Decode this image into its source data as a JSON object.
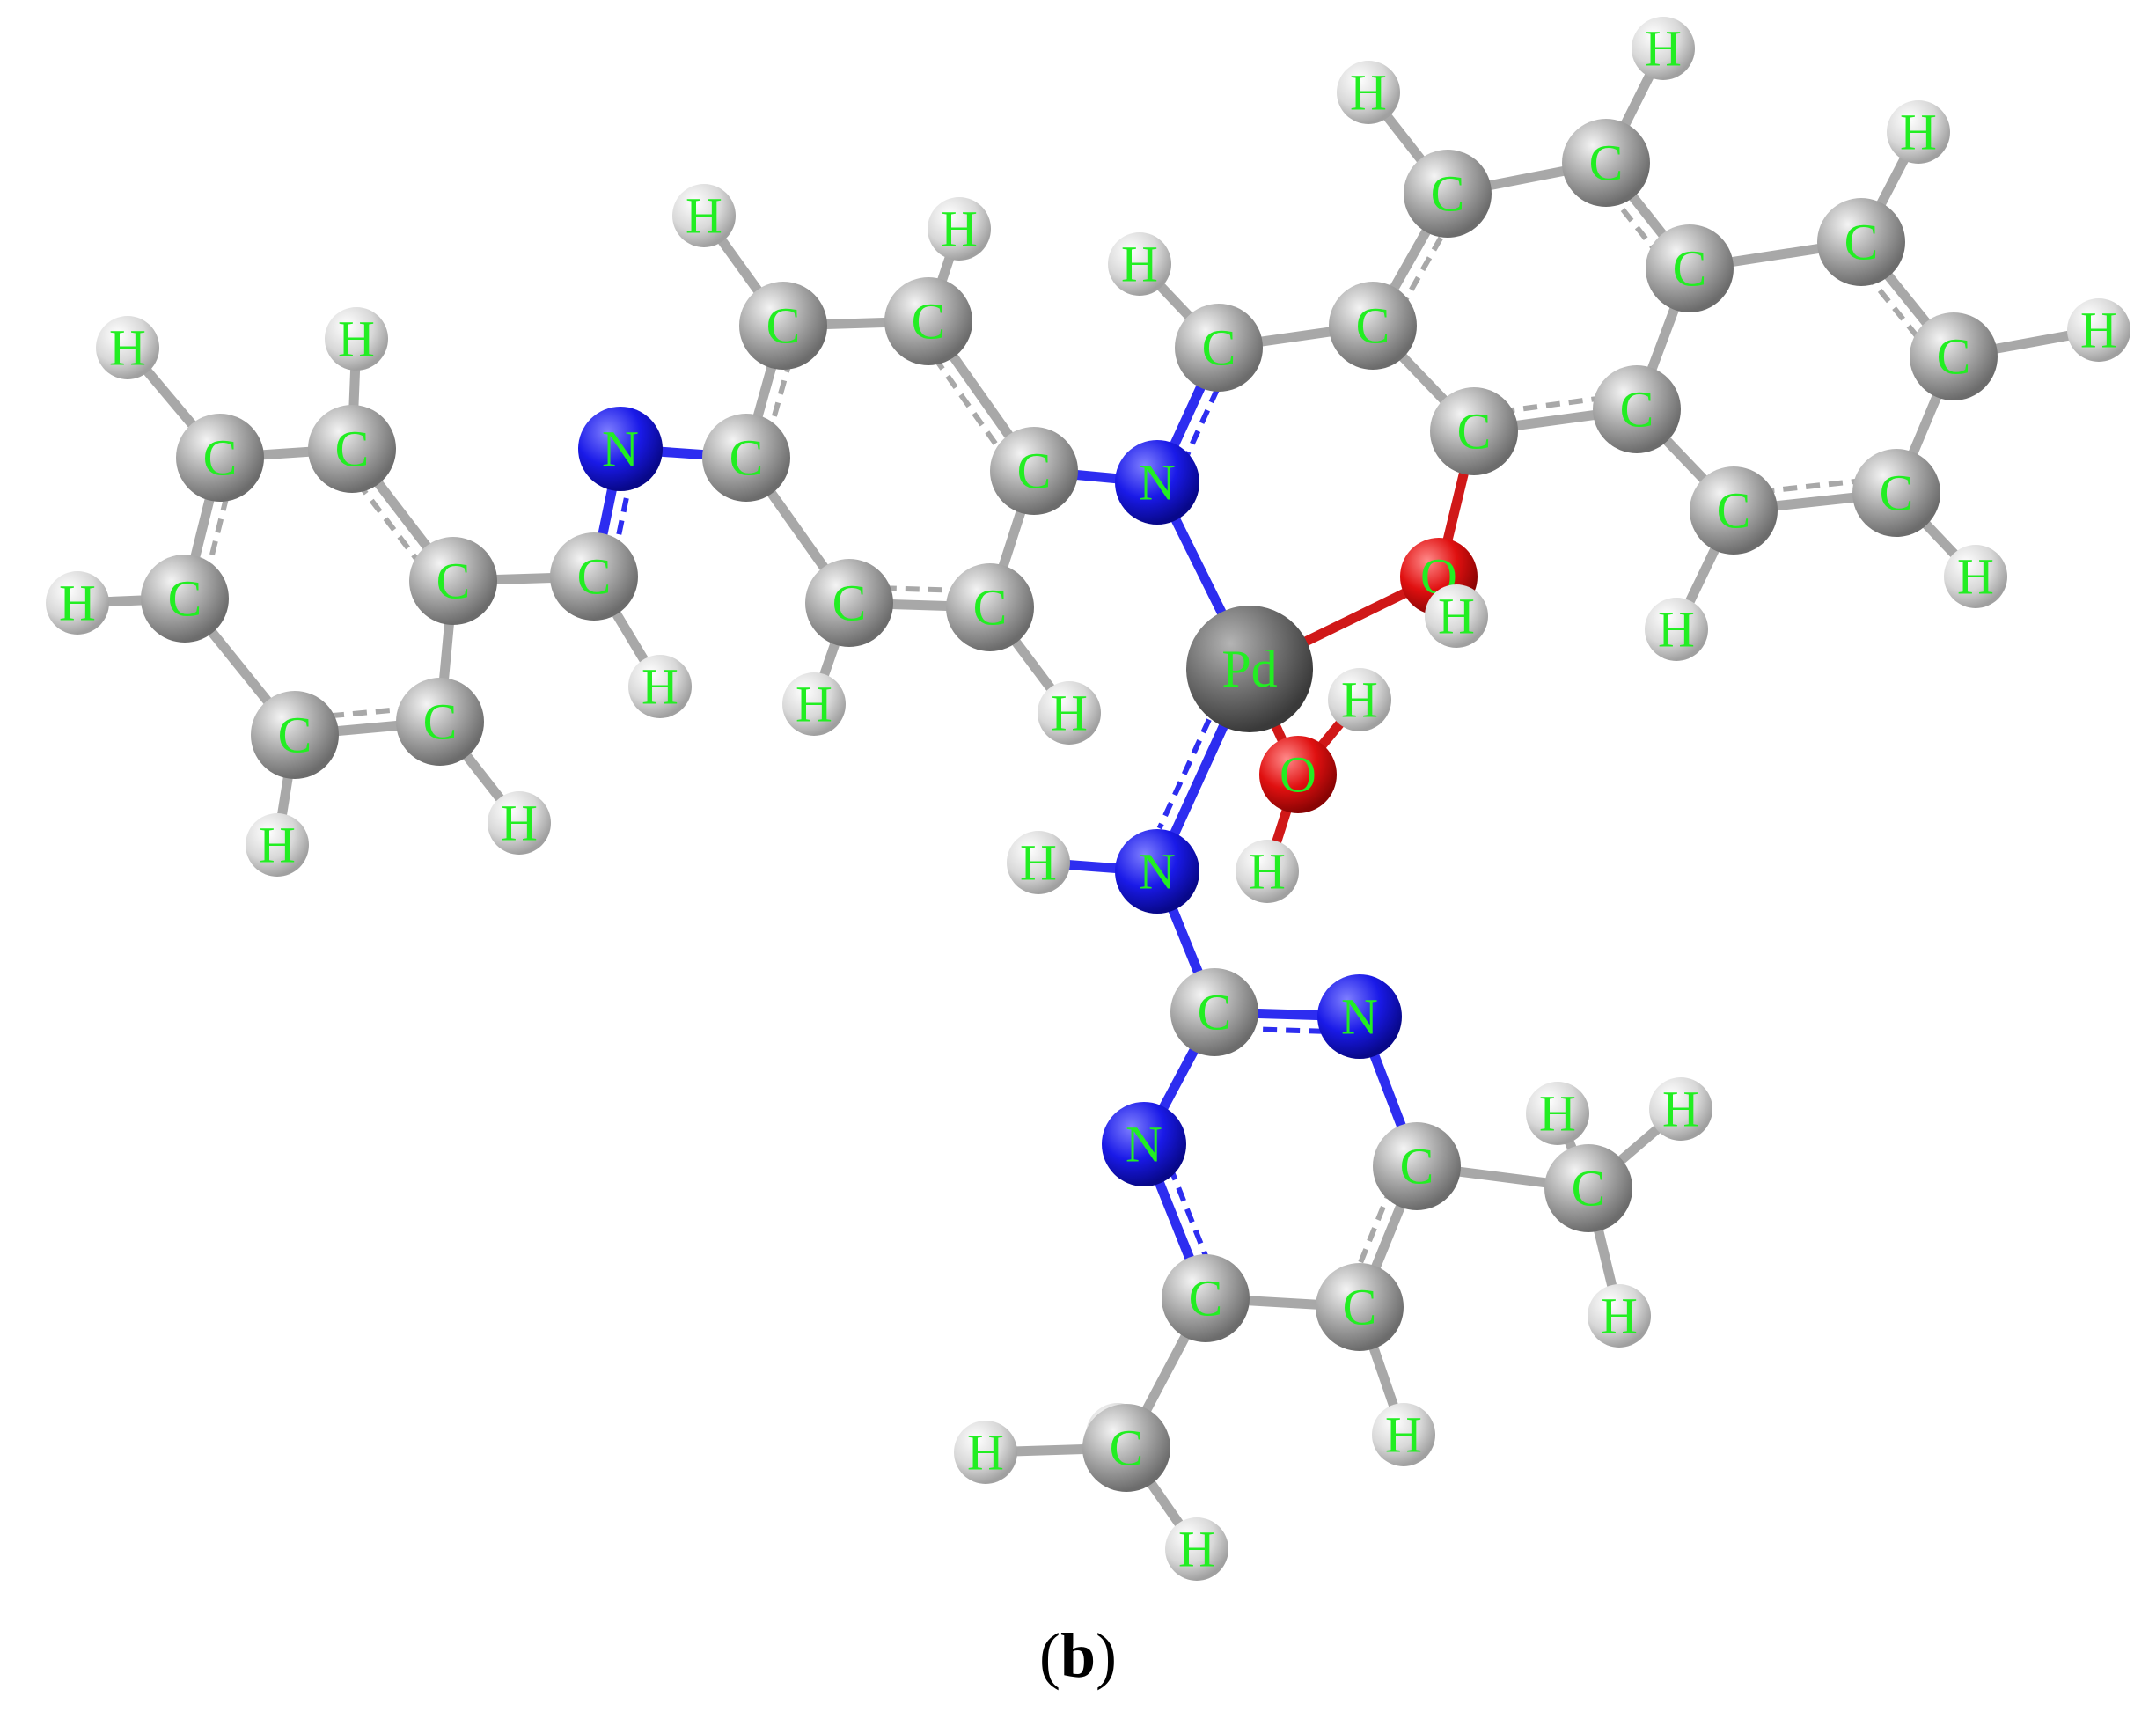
{
  "colors": {
    "C": "#9e9e9e",
    "H": "#dcdcdc",
    "N": "#1a1aee",
    "O": "#e01010",
    "Pd": "#6f6f6f",
    "label": "#22ee22",
    "bond_gray": "#a8a8a8",
    "bond_blue": "#2d2df0",
    "bond_red": "#d01818"
  },
  "atoms": [
    {
      "id": "C1",
      "el": "C"
    },
    {
      "id": "C2",
      "el": "C"
    },
    {
      "id": "C3",
      "el": "C"
    },
    {
      "id": "C4",
      "el": "C"
    },
    {
      "id": "C5",
      "el": "C"
    },
    {
      "id": "C6",
      "el": "C"
    },
    {
      "id": "H1",
      "el": "H"
    },
    {
      "id": "H2",
      "el": "H"
    },
    {
      "id": "H3",
      "el": "H"
    },
    {
      "id": "H4",
      "el": "H"
    },
    {
      "id": "H5",
      "el": "H"
    },
    {
      "id": "C7",
      "el": "C"
    },
    {
      "id": "H6",
      "el": "H"
    },
    {
      "id": "N1",
      "el": "N"
    },
    {
      "id": "C8",
      "el": "C"
    },
    {
      "id": "C9",
      "el": "C"
    },
    {
      "id": "C10",
      "el": "C"
    },
    {
      "id": "C11",
      "el": "C"
    },
    {
      "id": "C12",
      "el": "C"
    },
    {
      "id": "C13",
      "el": "C"
    },
    {
      "id": "H7",
      "el": "H"
    },
    {
      "id": "H8",
      "el": "H"
    },
    {
      "id": "H9",
      "el": "H"
    },
    {
      "id": "H10",
      "el": "H"
    },
    {
      "id": "N2",
      "el": "N"
    },
    {
      "id": "C14",
      "el": "C"
    },
    {
      "id": "H11",
      "el": "H"
    },
    {
      "id": "C15",
      "el": "C"
    },
    {
      "id": "C16",
      "el": "C"
    },
    {
      "id": "C17",
      "el": "C"
    },
    {
      "id": "C18",
      "el": "C"
    },
    {
      "id": "C19",
      "el": "C"
    },
    {
      "id": "C20",
      "el": "C"
    },
    {
      "id": "C21",
      "el": "C"
    },
    {
      "id": "C22",
      "el": "C"
    },
    {
      "id": "C23",
      "el": "C"
    },
    {
      "id": "C24",
      "el": "C"
    },
    {
      "id": "H12",
      "el": "H"
    },
    {
      "id": "H13",
      "el": "H"
    },
    {
      "id": "H14",
      "el": "H"
    },
    {
      "id": "H15",
      "el": "H"
    },
    {
      "id": "H16",
      "el": "H"
    },
    {
      "id": "H17",
      "el": "H"
    },
    {
      "id": "O1",
      "el": "O"
    },
    {
      "id": "H18",
      "el": "H"
    },
    {
      "id": "Pd1",
      "el": "Pd"
    },
    {
      "id": "O2",
      "el": "O"
    },
    {
      "id": "H19",
      "el": "H"
    },
    {
      "id": "H20",
      "el": "H"
    },
    {
      "id": "N3",
      "el": "N"
    },
    {
      "id": "H21",
      "el": "H"
    },
    {
      "id": "C25",
      "el": "C"
    },
    {
      "id": "N4",
      "el": "N"
    },
    {
      "id": "N5",
      "el": "N"
    },
    {
      "id": "C26",
      "el": "C"
    },
    {
      "id": "C27",
      "el": "C"
    },
    {
      "id": "C28",
      "el": "C"
    },
    {
      "id": "C29",
      "el": "C"
    },
    {
      "id": "C30",
      "el": "C"
    },
    {
      "id": "H22",
      "el": "H"
    },
    {
      "id": "H23",
      "el": "H"
    },
    {
      "id": "H24",
      "el": "H"
    },
    {
      "id": "H25",
      "el": "H"
    },
    {
      "id": "H26",
      "el": "H"
    },
    {
      "id": "H27",
      "el": "H"
    },
    {
      "id": "H28",
      "el": "H"
    }
  ],
  "bonds": [
    [
      "C1",
      "C2",
      1,
      0
    ],
    [
      "C2",
      "C3",
      2,
      0
    ],
    [
      "C3",
      "C4",
      1,
      0
    ],
    [
      "C4",
      "C5",
      2,
      0
    ],
    [
      "C5",
      "C6",
      1,
      0
    ],
    [
      "C6",
      "C1",
      2,
      0
    ],
    [
      "C1",
      "H1",
      1,
      0
    ],
    [
      "C2",
      "H2",
      1,
      0
    ],
    [
      "C6",
      "H3",
      1,
      0
    ],
    [
      "C5",
      "H4",
      1,
      0
    ],
    [
      "C4",
      "H5",
      1,
      0
    ],
    [
      "C3",
      "C7",
      1,
      0
    ],
    [
      "C7",
      "H6",
      1,
      0
    ],
    [
      "C7",
      "N1",
      2,
      0
    ],
    [
      "N1",
      "C8",
      1,
      0
    ],
    [
      "C8",
      "C9",
      2,
      0
    ],
    [
      "C9",
      "C10",
      1,
      0
    ],
    [
      "C10",
      "C11",
      2,
      0
    ],
    [
      "C11",
      "C12",
      1,
      0
    ],
    [
      "C12",
      "C13",
      2,
      0
    ],
    [
      "C13",
      "C8",
      1,
      0
    ],
    [
      "C9",
      "H7",
      1,
      0
    ],
    [
      "C10",
      "H8",
      1,
      0
    ],
    [
      "C13",
      "H9",
      1,
      0
    ],
    [
      "C12",
      "H10",
      1,
      0
    ],
    [
      "C11",
      "N2",
      1,
      0
    ],
    [
      "N2",
      "C14",
      2,
      0
    ],
    [
      "C14",
      "H11",
      1,
      0
    ],
    [
      "C14",
      "C15",
      1,
      0
    ],
    [
      "C15",
      "C16",
      2,
      0
    ],
    [
      "C16",
      "C17",
      1,
      0
    ],
    [
      "C17",
      "C18",
      2,
      0
    ],
    [
      "C18",
      "C19",
      1,
      0
    ],
    [
      "C19",
      "C20",
      2,
      0
    ],
    [
      "C20",
      "C15",
      1,
      0
    ],
    [
      "C18",
      "C21",
      1,
      0
    ],
    [
      "C21",
      "C22",
      2,
      0
    ],
    [
      "C22",
      "C23",
      1,
      0
    ],
    [
      "C23",
      "C24",
      2,
      0
    ],
    [
      "C24",
      "C19",
      1,
      0
    ],
    [
      "C16",
      "H12",
      1,
      0
    ],
    [
      "C17",
      "H13",
      1,
      0
    ],
    [
      "C21",
      "H14",
      1,
      0
    ],
    [
      "C22",
      "H15",
      1,
      0
    ],
    [
      "C23",
      "H16",
      1,
      0
    ],
    [
      "C24",
      "H17",
      1,
      0
    ],
    [
      "C20",
      "O1",
      1,
      0
    ],
    [
      "O1",
      "H18",
      1,
      0
    ],
    [
      "N2",
      "Pd1",
      1,
      0
    ],
    [
      "O1",
      "Pd1",
      1,
      0
    ],
    [
      "O2",
      "Pd1",
      1,
      0
    ],
    [
      "O2",
      "H19",
      1,
      0
    ],
    [
      "O2",
      "H20",
      1,
      0
    ],
    [
      "Pd1",
      "N3",
      2,
      0
    ],
    [
      "N3",
      "H21",
      1,
      0
    ],
    [
      "N3",
      "C25",
      1,
      0
    ],
    [
      "C25",
      "N4",
      2,
      0
    ],
    [
      "C25",
      "N5",
      1,
      0
    ],
    [
      "N4",
      "C26",
      1,
      0
    ],
    [
      "C26",
      "C27",
      2,
      0
    ],
    [
      "C27",
      "C28",
      1,
      0
    ],
    [
      "C28",
      "N5",
      2,
      0
    ],
    [
      "C26",
      "C29",
      1,
      0
    ],
    [
      "C28",
      "C30",
      1,
      0
    ],
    [
      "C27",
      "H22",
      1,
      0
    ],
    [
      "C29",
      "H23",
      1,
      0
    ],
    [
      "C29",
      "H24",
      1,
      0
    ],
    [
      "C29",
      "H25",
      1,
      0
    ],
    [
      "C30",
      "H26",
      1,
      0
    ],
    [
      "C30",
      "H27",
      1,
      0
    ],
    [
      "C30",
      "H28",
      1,
      0
    ]
  ],
  "caption": {
    "open": "(",
    "letter": "b",
    "close": ")"
  }
}
